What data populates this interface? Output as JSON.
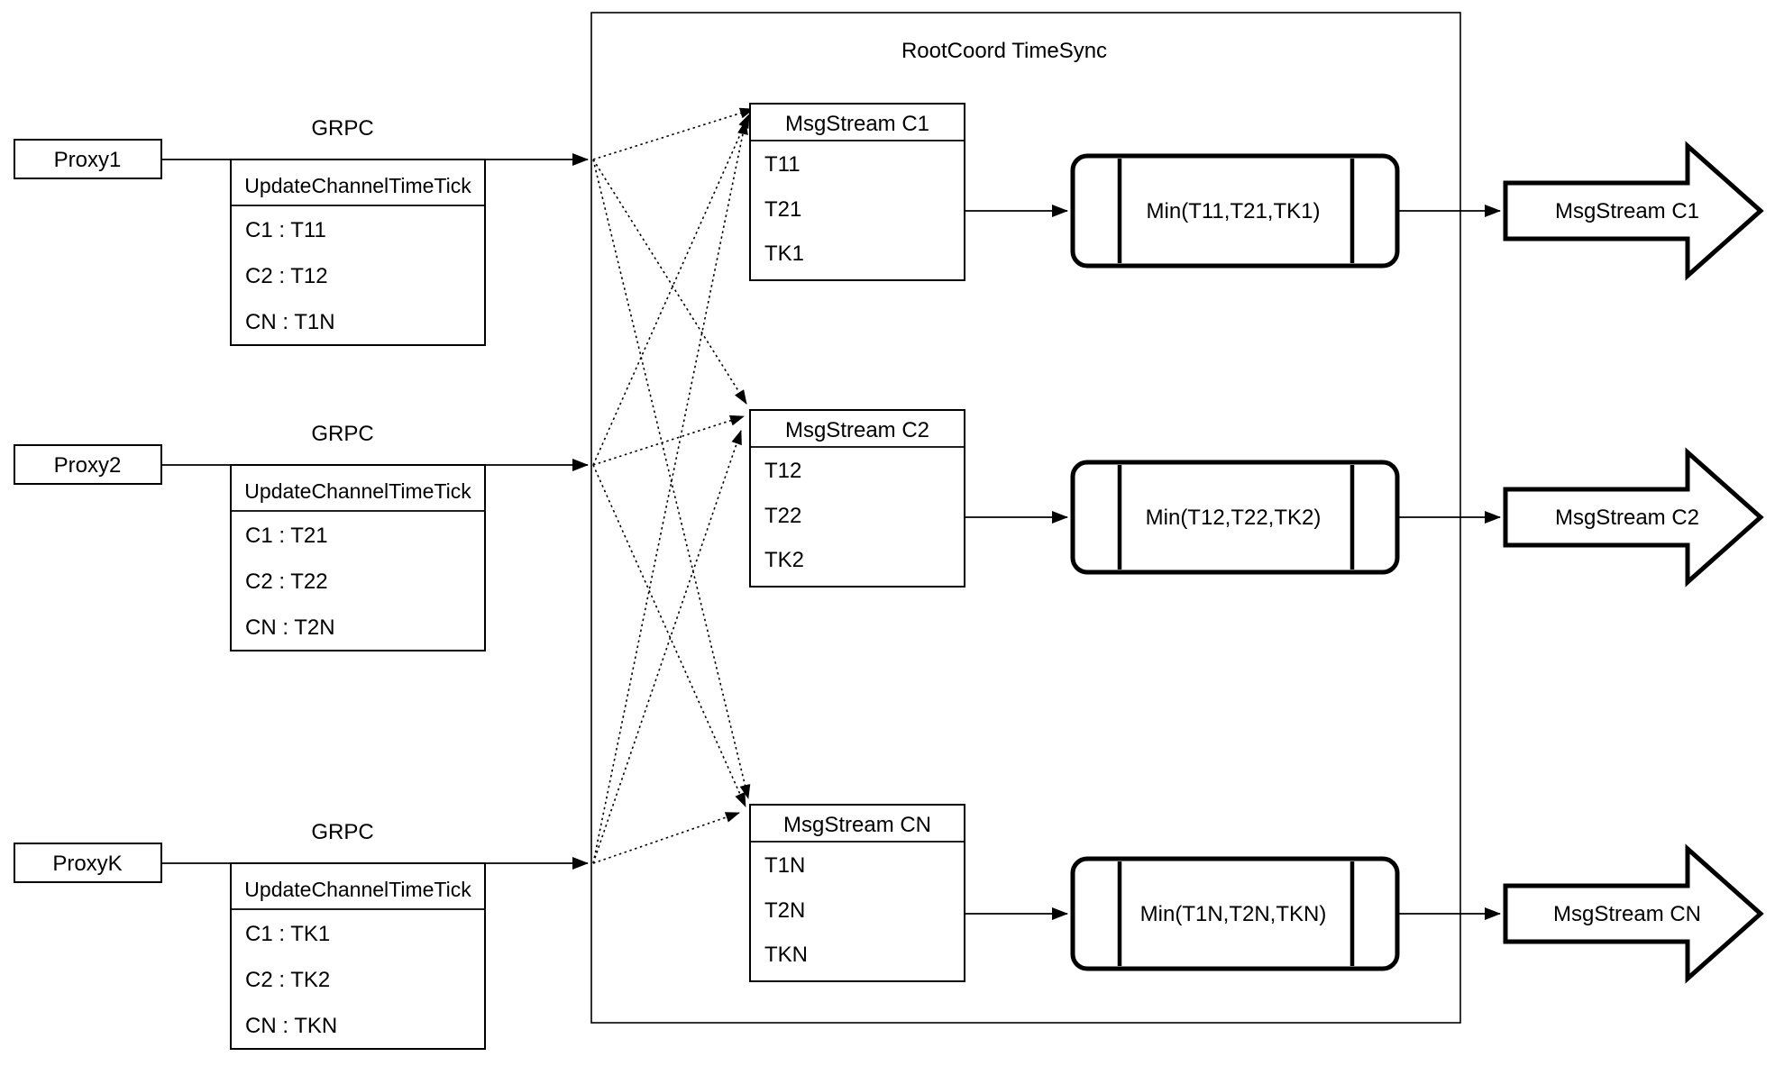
{
  "title": "RootCoord TimeSync",
  "labels": {
    "grpc": "GRPC"
  },
  "proxies": [
    {
      "name": "Proxy1",
      "table": {
        "header": "UpdateChannelTimeTick",
        "rows": [
          "C1 : T11",
          "C2 : T12",
          "CN : T1N"
        ]
      }
    },
    {
      "name": "Proxy2",
      "table": {
        "header": "UpdateChannelTimeTick",
        "rows": [
          "C1 : T21",
          "C2 : T22",
          "CN : T2N"
        ]
      }
    },
    {
      "name": "ProxyK",
      "table": {
        "header": "UpdateChannelTimeTick",
        "rows": [
          "C1 : TK1",
          "C2 : TK2",
          "CN : TKN"
        ]
      }
    }
  ],
  "streams": [
    {
      "title": "MsgStream C1",
      "timestamps": [
        "T11",
        "T21",
        "TK1"
      ],
      "min_label": "Min(T11,T21,TK1)",
      "output_label": "MsgStream C1"
    },
    {
      "title": "MsgStream C2",
      "timestamps": [
        "T12",
        "T22",
        "TK2"
      ],
      "min_label": "Min(T12,T22,TK2)",
      "output_label": "MsgStream C2"
    },
    {
      "title": "MsgStream CN",
      "timestamps": [
        "T1N",
        "T2N",
        "TKN"
      ],
      "min_label": "Min(T1N,T2N,TKN)",
      "output_label": "MsgStream CN"
    }
  ]
}
